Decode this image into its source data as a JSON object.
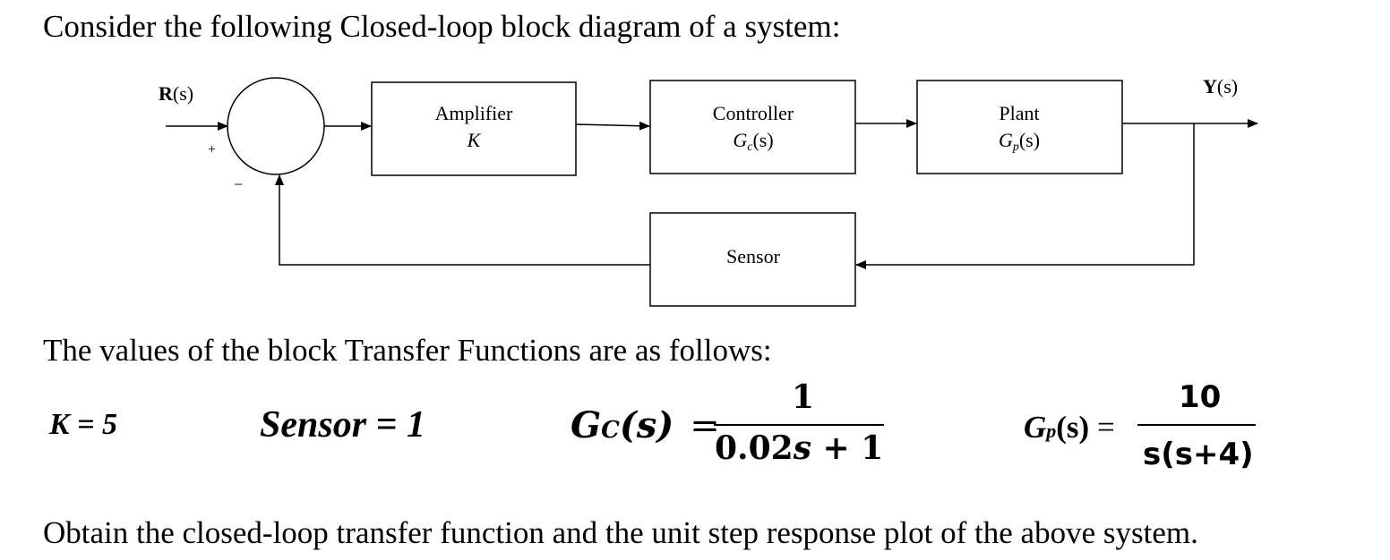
{
  "intro": "Consider the following Closed-loop block diagram of a system:",
  "diagram": {
    "input_label": "R",
    "input_arg": "(s)",
    "output_label": "Y",
    "output_arg": "(s)",
    "plus_sign": "+",
    "minus_sign": "−",
    "amplifier": {
      "name": "Amplifier",
      "symbol": "K"
    },
    "controller": {
      "name": "Controller",
      "symbol_main": "G",
      "symbol_sub": "c",
      "symbol_arg": "(s)"
    },
    "plant": {
      "name": "Plant",
      "symbol_main": "G",
      "symbol_sub": "p",
      "symbol_arg": "(s)"
    },
    "sensor": {
      "name": "Sensor"
    }
  },
  "values_intro": "The values of the block Transfer Functions are as follows:",
  "equations": {
    "k": {
      "text": "K = 5"
    },
    "sensor": {
      "text": "Sensor = 1"
    },
    "gc": {
      "lhs_main": "G",
      "lhs_sub": "C",
      "lhs_arg": "(s)",
      "equals": "=",
      "numerator": "1",
      "denominator_coef": "0.02",
      "denominator_var": "s",
      "denominator_rest": " + 1"
    },
    "gp": {
      "lhs_main": "G",
      "lhs_sub": "p",
      "lhs_arg": "(s)",
      "equals": "=",
      "numerator": "10",
      "denominator": "s(s+4)"
    }
  },
  "task": "Obtain the closed-loop transfer function and the unit step response plot of the above system."
}
